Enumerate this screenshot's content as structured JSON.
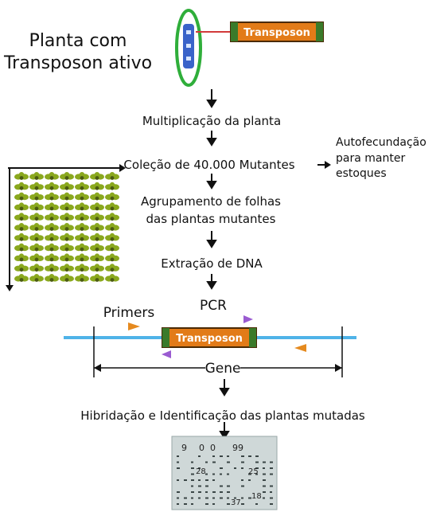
{
  "title": [
    "Planta com",
    "Transposon ativo"
  ],
  "transposon_label": "Transposon",
  "steps": {
    "multiplicacao": "Multiplicação da planta",
    "colecao": "Coleção de 40.000 Mutantes",
    "agrupamento": [
      "Agrupamento de folhas",
      "das plantas mutantes"
    ],
    "extracao": "Extração de DNA",
    "pcr": "PCR",
    "hibridacao": "Hibridação e Identificação das plantas mutadas"
  },
  "side_note": [
    "Autofecundação",
    "para manter",
    "estoques"
  ],
  "primers_label": "Primers",
  "gene_label": "Gene",
  "blot_labels": [
    "9",
    "0",
    "0",
    "99",
    "28",
    "25",
    "37",
    "18"
  ],
  "colors": {
    "chromosome_ring": "#2fae3a",
    "chromosome": "#3a63c9",
    "transposon_fill": "#e27b18",
    "transposon_end": "#3a7a2a",
    "dna_line": "#4fb3e8",
    "primer_orange": "#e58a1f",
    "primer_purple": "#9a5bd1",
    "plant_leaf": "#8aa81e",
    "plant_center": "#4b5a12",
    "blot_bg": "#cfd8d8",
    "red_link": "#d23a3a"
  }
}
